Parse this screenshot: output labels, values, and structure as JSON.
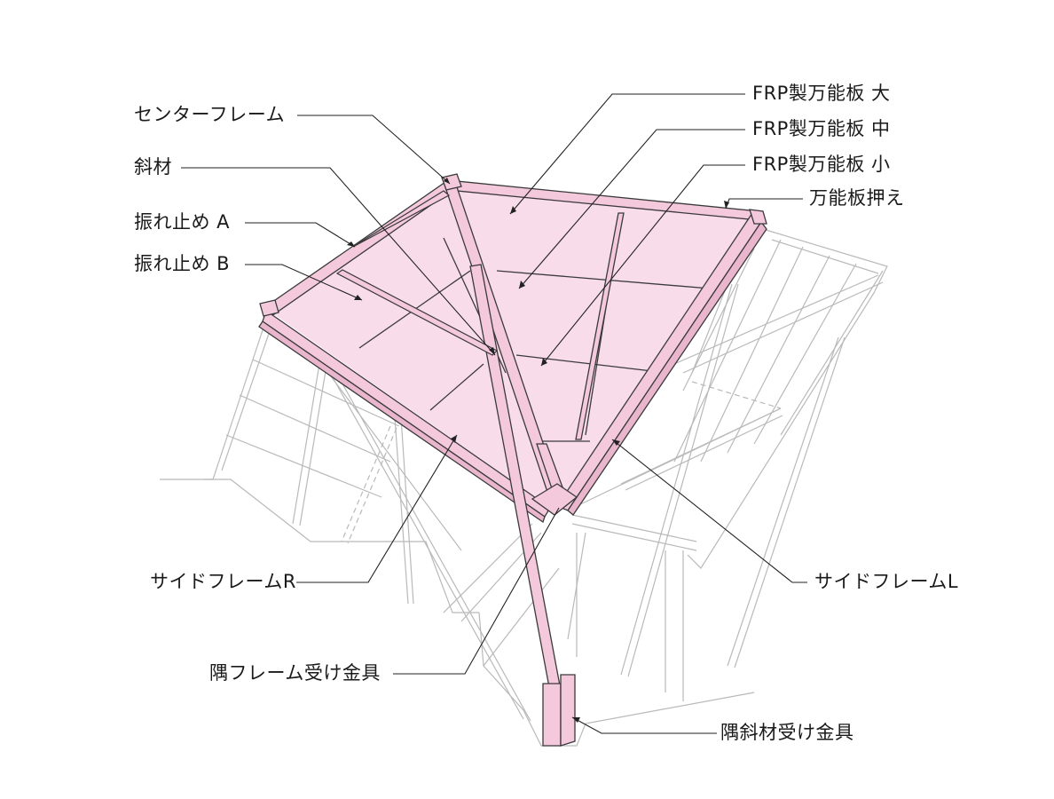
{
  "labels": {
    "center_frame": "センターフレーム",
    "diagonal": "斜材",
    "sway_brace_a": "振れ止め A",
    "sway_brace_b": "振れ止め B",
    "side_frame_r": "サイドフレームR",
    "corner_frame_bracket": "隅フレーム受け金具",
    "frp_panel_large": "FRP製万能板 大",
    "frp_panel_medium": "FRP製万能板 中",
    "frp_panel_small": "FRP製万能板 小",
    "panel_holder": "万能板押え",
    "side_frame_l": "サイドフレームL",
    "corner_diagonal_bracket": "隅斜材受け金具"
  },
  "colors": {
    "panel_fill": "#f9dcea",
    "frame_fill": "#f4c9dc",
    "frame_stroke": "#3a3a3a",
    "scaffold_stroke": "#b9b9b9",
    "leader_stroke": "#222222"
  }
}
